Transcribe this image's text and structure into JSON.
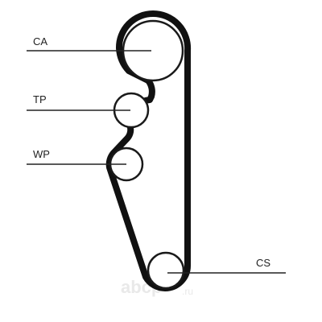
{
  "diagram": {
    "labels": {
      "camshaft": "CA",
      "tensioner": "TP",
      "water_pump": "WP",
      "crankshaft": "CS"
    },
    "watermark": {
      "brand": "abcp",
      "suffix": ".ru"
    }
  },
  "colors": {
    "belt": "#111111",
    "pulley": "#1a1a1a",
    "leader_line": "#222222",
    "watermark": "#e9e9e9"
  }
}
